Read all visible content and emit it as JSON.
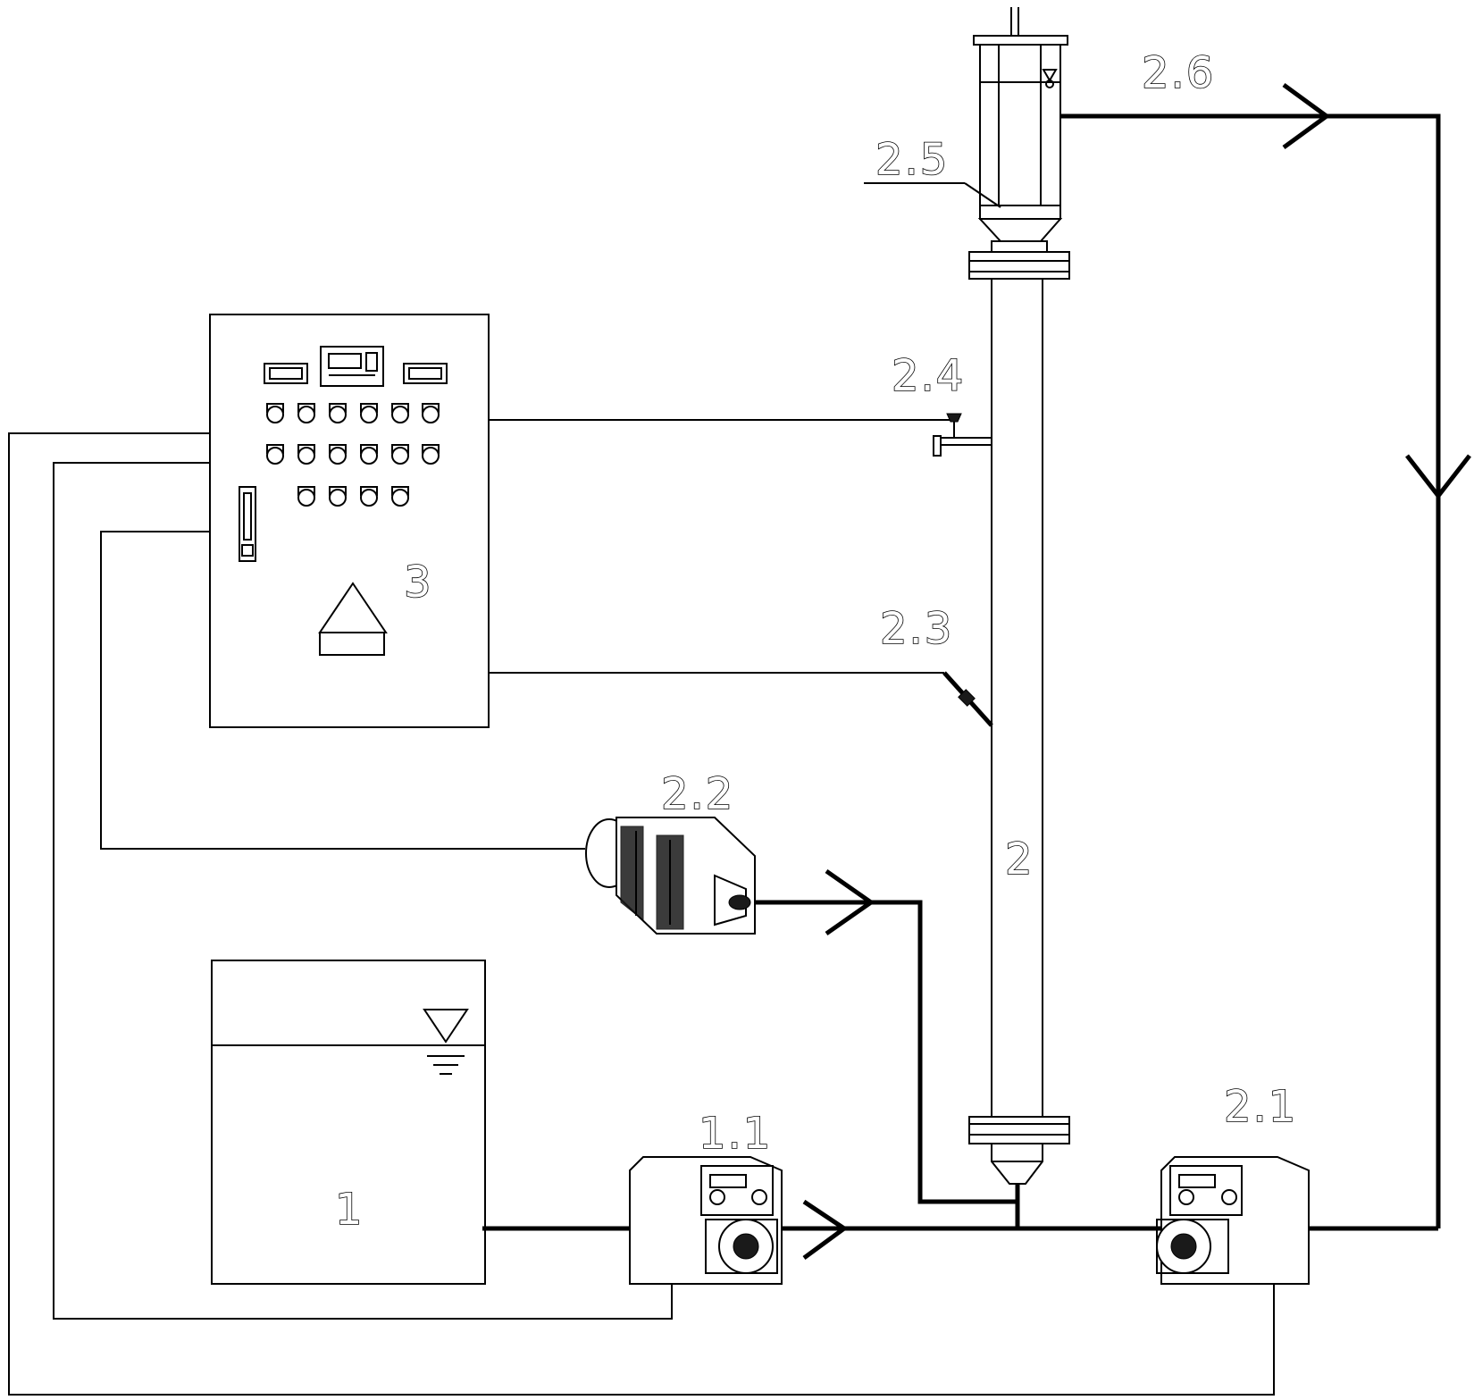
{
  "labels": {
    "tank": "1",
    "pump_feed": "1.1",
    "column": "2",
    "pump_recycle": "2.1",
    "air_pump": "2.2",
    "sensor_low": "2.3",
    "sensor_high": "2.4",
    "settler": "2.5",
    "outlet": "2.6",
    "control_cabinet": "3"
  }
}
